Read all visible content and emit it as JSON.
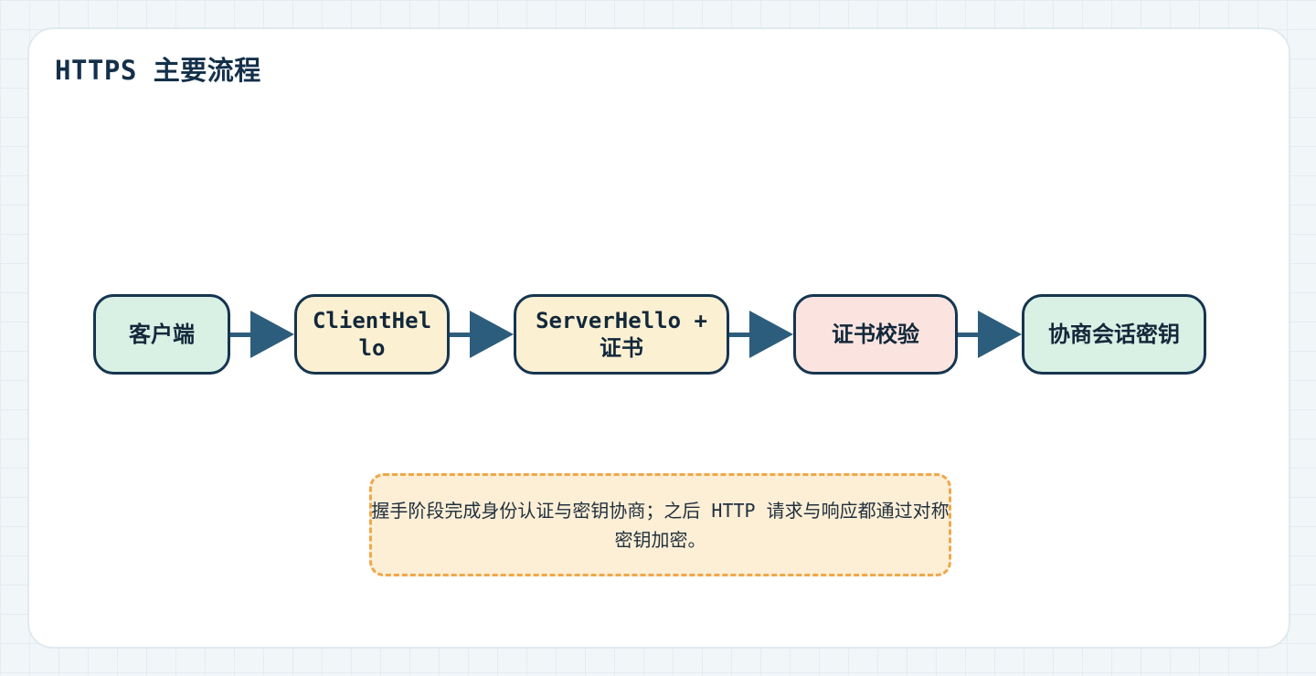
{
  "page": {
    "title": "HTTPS 主要流程"
  },
  "flow": {
    "nodes": [
      {
        "id": "client",
        "label": "客户端",
        "fill": "#d9f0e5"
      },
      {
        "id": "client-hello",
        "label": "ClientHello",
        "fill": "#fcf0d3"
      },
      {
        "id": "server-hello-cert",
        "label": "ServerHello + 证书",
        "fill": "#fcf0d3"
      },
      {
        "id": "cert-verify",
        "label": "证书校验",
        "fill": "#fbe4e0"
      },
      {
        "id": "session-key",
        "label": "协商会话密钥",
        "fill": "#d9f0e5"
      }
    ],
    "arrow_color": "#2d5d7c",
    "node_border_color": "#16354f"
  },
  "note": {
    "text": "握手阶段完成身份认证与密钥协商；之后 HTTP 请求与响应都通过对称密钥加密。",
    "fill": "#fcefd6",
    "border_color": "#efa74a"
  },
  "colors": {
    "background": "#f1f6f9",
    "grid_line": "#e4edf2",
    "card_background": "#ffffff",
    "card_border": "#e2e9ee",
    "title_text": "#14304a",
    "node_text": "#12283a",
    "note_text": "#22303e"
  }
}
